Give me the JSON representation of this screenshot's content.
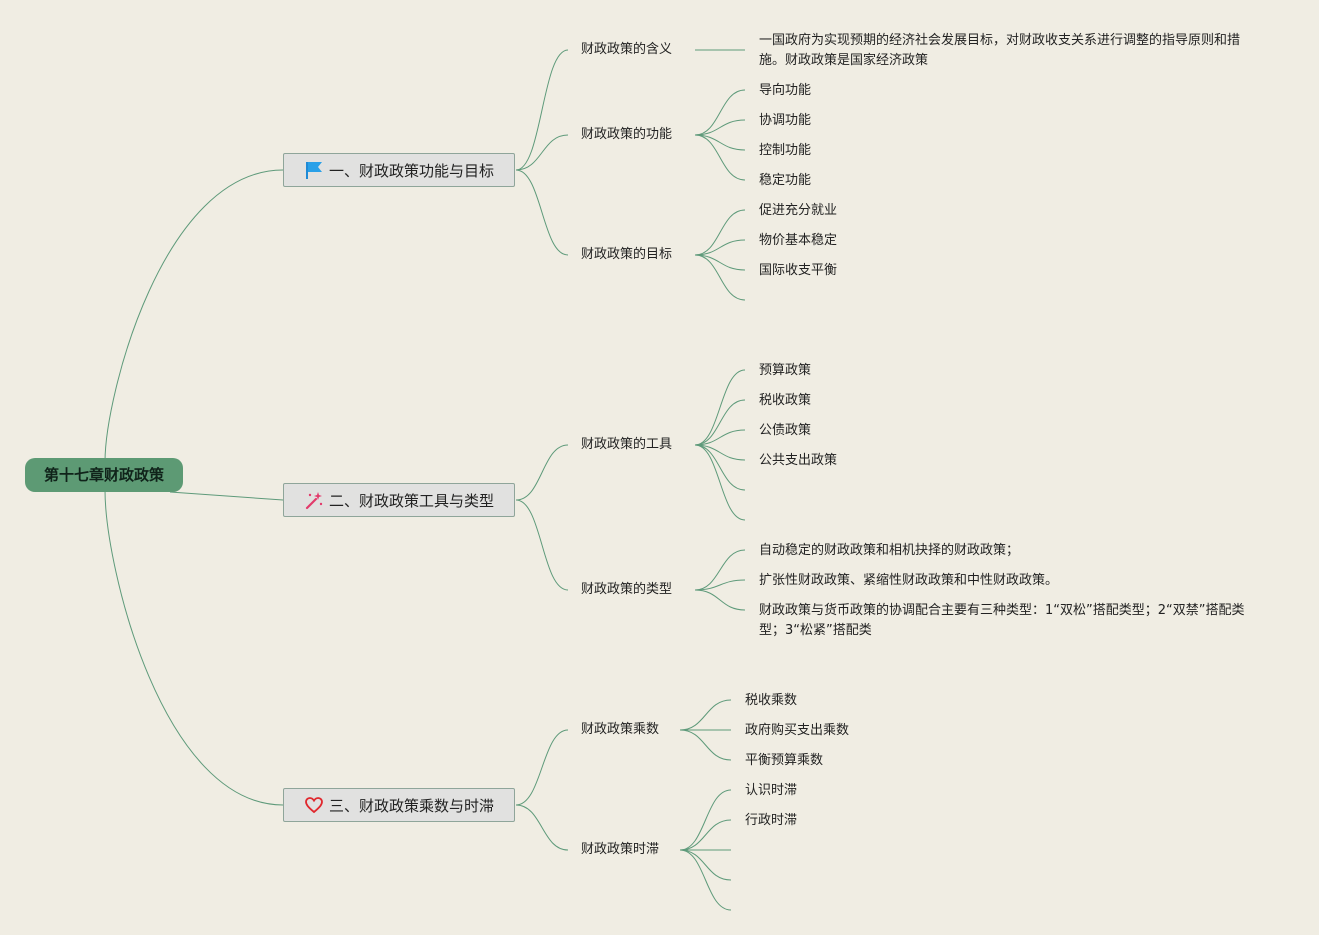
{
  "root": "第十七章财政政策",
  "topics": [
    {
      "label": "一、财政政策功能与目标",
      "icon": "flag-icon",
      "subs": [
        {
          "label": "财政政策的含义",
          "leaves": [
            "一国政府为实现预期的经济社会发展目标，对财政收支关系进行调整的指导原则和措施。财政政策是国家经济政策"
          ]
        },
        {
          "label": "财政政策的功能",
          "leaves": [
            "导向功能",
            "协调功能",
            "控制功能",
            "稳定功能"
          ]
        },
        {
          "label": "财政政策的目标",
          "leaves": [
            "促进充分就业",
            "物价基本稳定",
            "国际收支平衡",
            ""
          ]
        }
      ]
    },
    {
      "label": "二、财政政策工具与类型",
      "icon": "magic-wand-icon",
      "subs": [
        {
          "label": "财政政策的工具",
          "leaves": [
            "预算政策",
            "税收政策",
            "公债政策",
            "公共支出政策",
            "",
            ""
          ]
        },
        {
          "label": "财政政策的类型",
          "leaves": [
            "自动稳定的财政政策和相机抉择的财政政策；",
            "扩张性财政政策、紧缩性财政政策和中性财政政策。",
            "财政政策与货币政策的协调配合主要有三种类型：1“双松”搭配类型；2“双禁”搭配类型；3“松紧”搭配类"
          ]
        }
      ]
    },
    {
      "label": "三、财政政策乘数与时滞",
      "icon": "heart-icon",
      "subs": [
        {
          "label": "财政政策乘数",
          "leaves": [
            "税收乘数",
            "政府购买支出乘数",
            "平衡预算乘数"
          ]
        },
        {
          "label": "财政政策时滞",
          "leaves": [
            "认识时滞",
            "行政时滞",
            "",
            "",
            ""
          ]
        }
      ]
    }
  ],
  "colors": {
    "background": "#f0ede3",
    "root": "#5d9a74",
    "line": "#5e9a7a",
    "topic": "#e1e1e0"
  }
}
